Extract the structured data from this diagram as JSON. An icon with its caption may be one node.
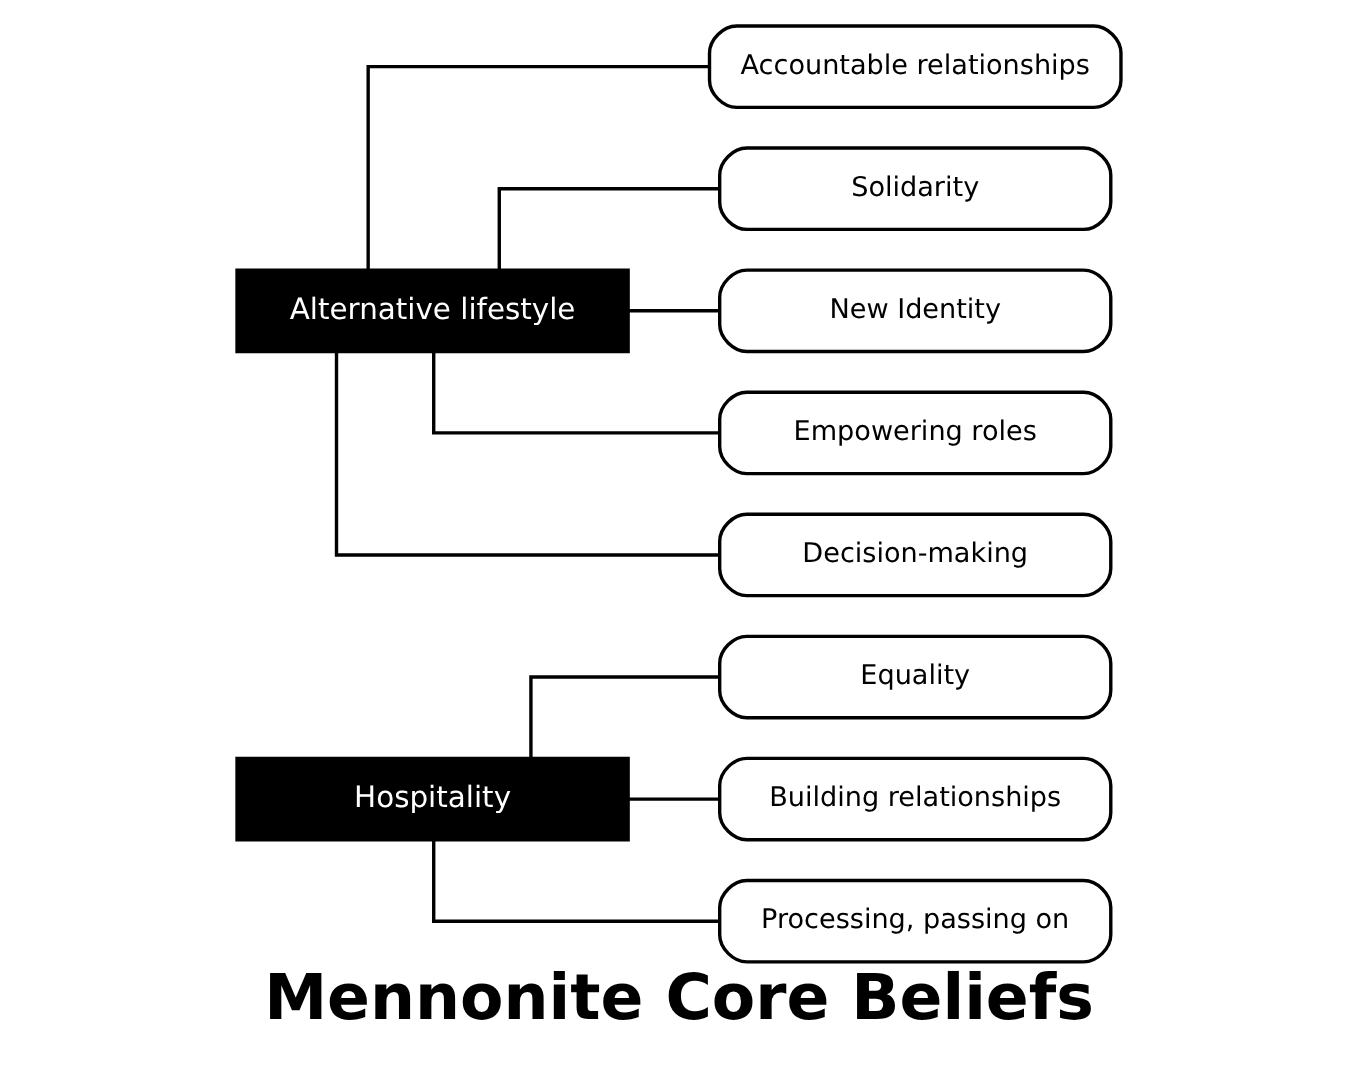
{
  "diagram": {
    "title": "Mennonite Core Beliefs",
    "nodes": [
      {
        "text": [
          "Hospitality"
        ]
      },
      {
        "text": [
          "Equality"
        ]
      },
      {
        "text": [
          "Building relationships"
        ]
      },
      {
        "text": [
          "Processing, passing on"
        ]
      },
      {
        "text": [
          "Alternative lifestyle"
        ]
      },
      {
        "text": [
          "Accountable relationships"
        ]
      },
      {
        "text": [
          "Solidarity"
        ]
      },
      {
        "text": [
          "New Identity"
        ]
      },
      {
        "text": [
          "Empowering roles"
        ]
      },
      {
        "text": [
          "Decision-making"
        ]
      }
    ],
    "edges": [
      {
        "from": 0,
        "to": 1,
        "arrow": "none"
      },
      {
        "from": 0,
        "to": 2,
        "arrow": "none"
      },
      {
        "from": 0,
        "to": 3,
        "arrow": "none"
      },
      {
        "from": 4,
        "to": 5,
        "arrow": "none"
      },
      {
        "from": 4,
        "to": 6,
        "arrow": "none"
      },
      {
        "from": 4,
        "to": 7,
        "arrow": "none"
      },
      {
        "from": 4,
        "to": 8,
        "arrow": "none"
      },
      {
        "from": 4,
        "to": 9,
        "arrow": "none"
      }
    ]
  }
}
